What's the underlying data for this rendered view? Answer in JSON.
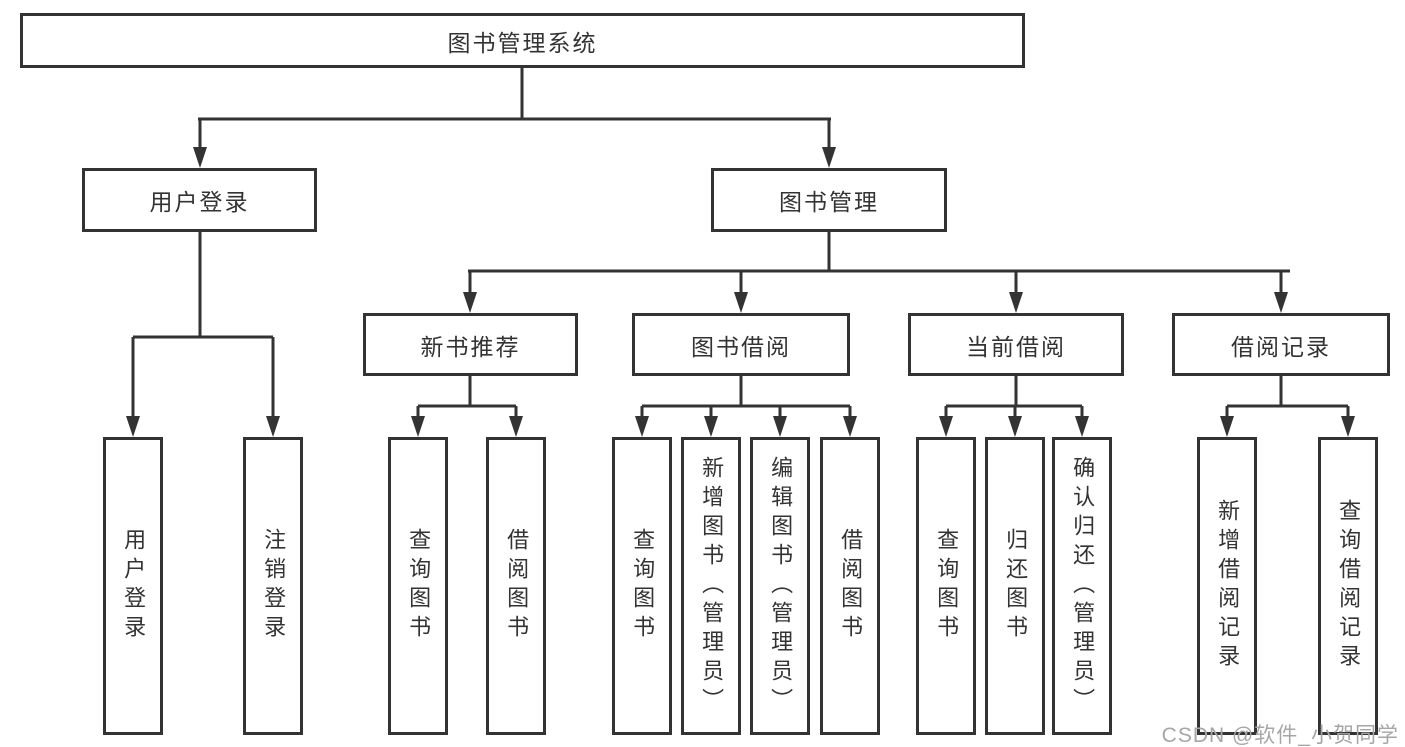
{
  "diagram": {
    "root": "图书管理系统",
    "level2": [
      "用户登录",
      "图书管理"
    ],
    "level3": [
      "新书推荐",
      "图书借阅",
      "当前借阅",
      "借阅记录"
    ],
    "level4": {
      "user_login": [
        "用户登录",
        "注销登录"
      ],
      "new_book_recommend": [
        "查询图书",
        "借阅图书"
      ],
      "book_borrow": [
        "查询图书",
        "新增图书（管理员）",
        "编辑图书（管理员）",
        "借阅图书"
      ],
      "current_borrow": [
        "查询图书",
        "归还图书",
        "确认归还（管理员）"
      ],
      "borrow_records": [
        "新增借阅记录",
        "查询借阅记录"
      ]
    }
  },
  "watermark": "CSDN @软件_小贺同学",
  "colors": {
    "line": "#333333",
    "text": "#333333",
    "background": "#ffffff",
    "watermark": "#a6a6a6"
  }
}
